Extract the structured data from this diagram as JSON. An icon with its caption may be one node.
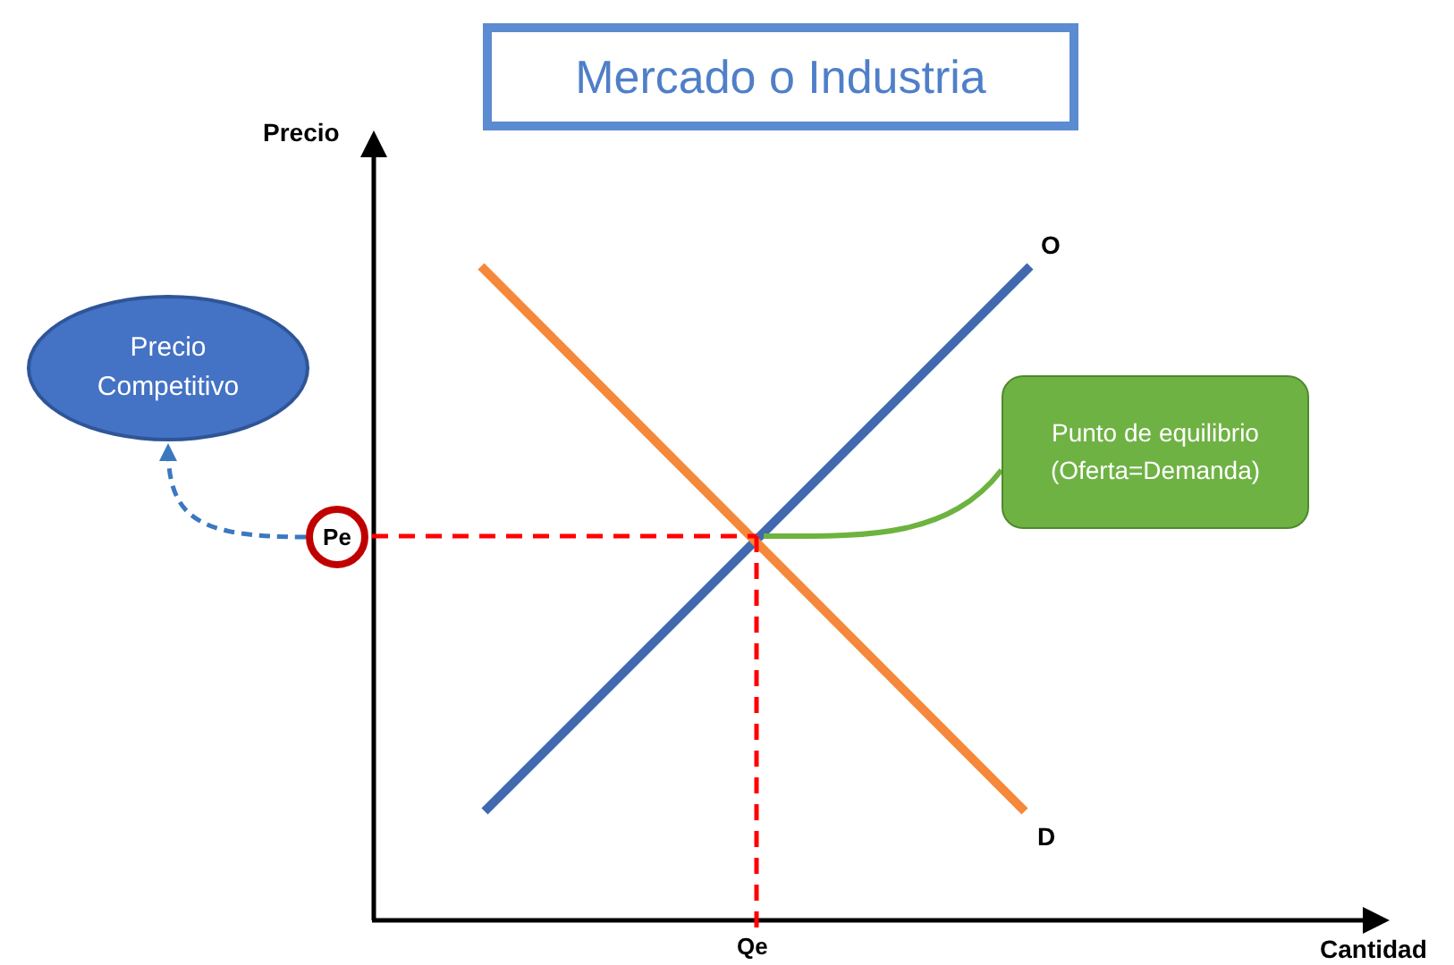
{
  "diagram": {
    "title": "Mercado o Industria",
    "nodes": [
      {
        "text": [
          "Precio Competitivo"
        ]
      },
      {
        "text": [
          "Pe"
        ]
      },
      {
        "text": [
          "Punto de equilibrio (Oferta=Demanda)"
        ]
      }
    ],
    "edges": [
      {
        "from": 1,
        "to": 0,
        "arrow": "to",
        "style": "dashed",
        "color": "#3a78c0"
      },
      {
        "from": 2,
        "to": null,
        "arrow": "none",
        "color": "#6db33f"
      }
    ],
    "labels": [
      "Precio",
      "O",
      "D",
      "Qe",
      "Cantidad"
    ]
  }
}
